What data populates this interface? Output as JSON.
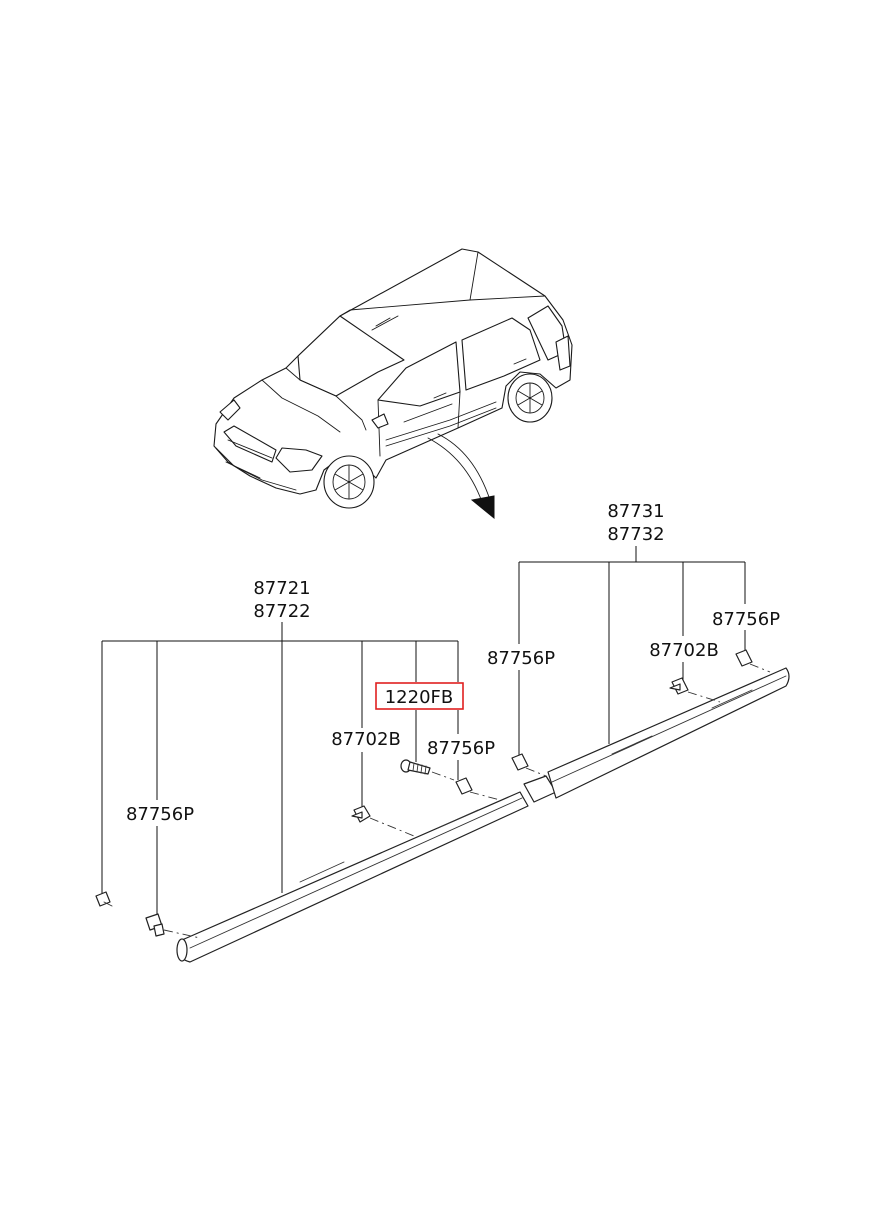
{
  "highlight_color": "#e02020",
  "callouts": {
    "front_moulding_lh": "87721",
    "front_moulding_rh": "87722",
    "rear_moulding_lh": "87731",
    "rear_moulding_rh": "87732",
    "clip_front_left": "87756P",
    "clip_front_mid": "87756P",
    "clip_rear_left": "87756P",
    "clip_rear_right": "87756P",
    "retainer_front": "87702B",
    "retainer_rear": "87702B",
    "screw_highlighted": "1220FB"
  }
}
